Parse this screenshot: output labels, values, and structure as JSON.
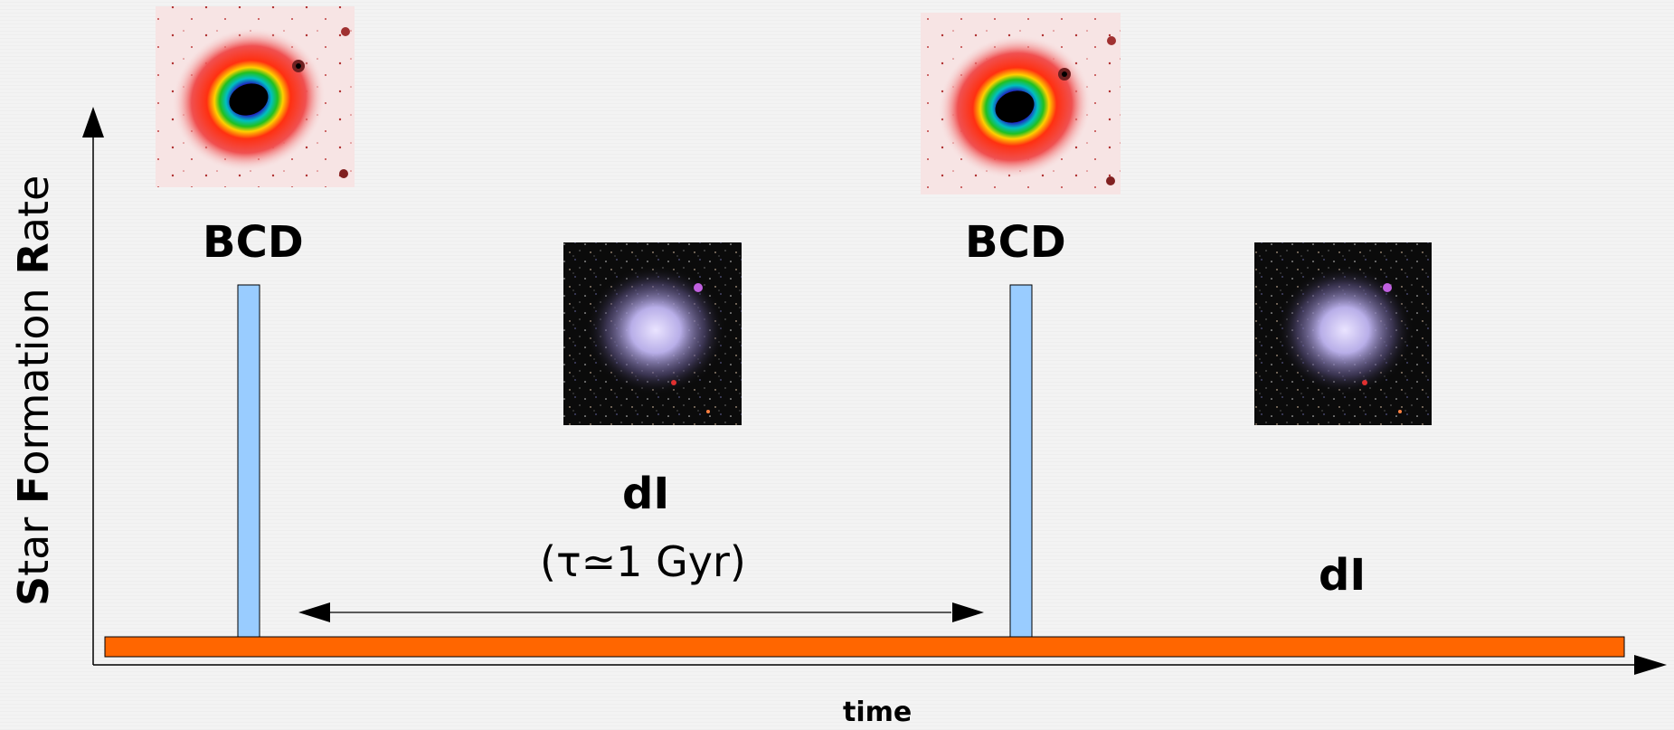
{
  "axes": {
    "y_label_parts": [
      {
        "text": "S",
        "bold": true
      },
      {
        "text": "tar ",
        "bold": false
      },
      {
        "text": "F",
        "bold": true
      },
      {
        "text": "ormation ",
        "bold": false
      },
      {
        "text": "R",
        "bold": true
      },
      {
        "text": "ate",
        "bold": false
      }
    ],
    "x_label": "time"
  },
  "stages": [
    {
      "label": "BCD",
      "image": "compact-galaxy-false-color"
    },
    {
      "label": "dI",
      "image": "irregular-dwarf-galaxy-photo"
    },
    {
      "label": "BCD",
      "image": "compact-galaxy-false-color"
    },
    {
      "label": "dI",
      "image": "irregular-dwarf-galaxy-photo"
    }
  ],
  "interval_label": "(τ≃1 Gyr)",
  "colors": {
    "burst_bar": "#99ccff",
    "baseline_bar": "#ff6600",
    "axis": "#000000",
    "galaxy_bcd_halo": "#e01010",
    "galaxy_bcd_ring": "#ffd000",
    "galaxy_bcd_core": "#000000",
    "galaxy_di_glow": "#d8d0ff",
    "galaxy_di_background": "#0a0a0a"
  }
}
